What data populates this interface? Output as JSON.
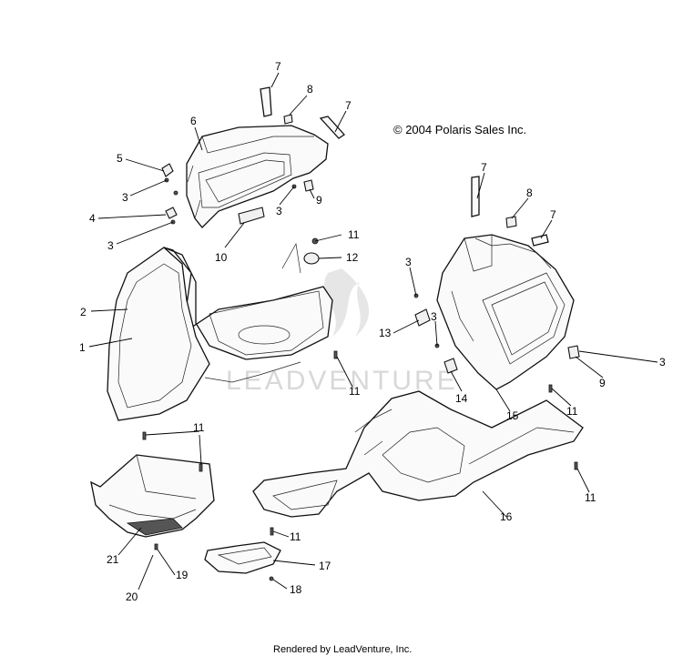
{
  "copyright": "© 2004 Polaris Sales Inc.",
  "watermark": "LEADVENTURE",
  "footer": "Rendered by LeadVenture, Inc.",
  "callouts": {
    "c7a": "7",
    "c8a": "8",
    "c7b": "7",
    "c6": "6",
    "c5": "5",
    "c3a": "3",
    "c4": "4",
    "c3b": "3",
    "c3c": "3",
    "c9a": "9",
    "c10": "10",
    "c11a": "11",
    "c12": "12",
    "c2": "2",
    "c1": "1",
    "c11b": "11",
    "c7c": "7",
    "c8b": "8",
    "c7d": "7",
    "c3d": "3",
    "c13": "13",
    "c3e": "3",
    "c14": "14",
    "c15": "15",
    "c3f": "3",
    "c9b": "9",
    "c11c": "11",
    "c11d": "11",
    "c11e": "11",
    "c16": "16",
    "c11f": "11",
    "c17": "17",
    "c18": "18",
    "c21": "21",
    "c19": "19",
    "c20": "20"
  }
}
